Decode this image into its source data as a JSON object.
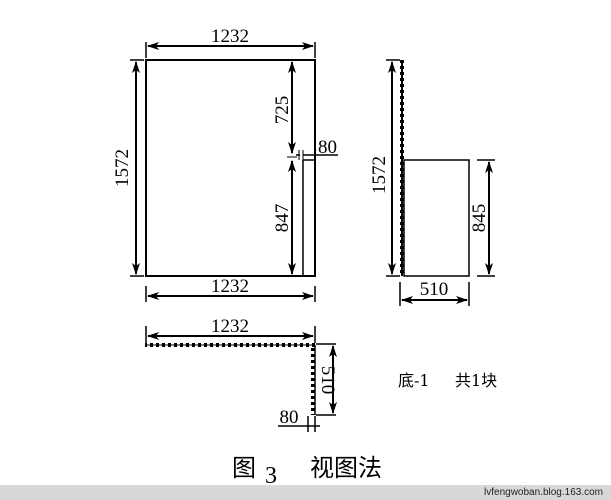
{
  "front_view": {
    "width_top": "1232",
    "width_bottom": "1232",
    "height": "1572",
    "upper_height": "725",
    "lower_height": "847",
    "strip_width": "80"
  },
  "side_view": {
    "height": "1572",
    "box_height": "845",
    "depth": "510"
  },
  "top_view": {
    "width": "1232",
    "depth": "510",
    "strip_width": "80"
  },
  "note": {
    "part_label": "底-1",
    "quantity": "共1块"
  },
  "caption": {
    "prefix": "图",
    "number": "3",
    "title": "视图法"
  },
  "footer": {
    "watermark": "lvfengwoban.blog.163.com"
  },
  "colors": {
    "line": "#000000",
    "background": "#ffffff",
    "footer_bar": "#d8d8d8"
  }
}
